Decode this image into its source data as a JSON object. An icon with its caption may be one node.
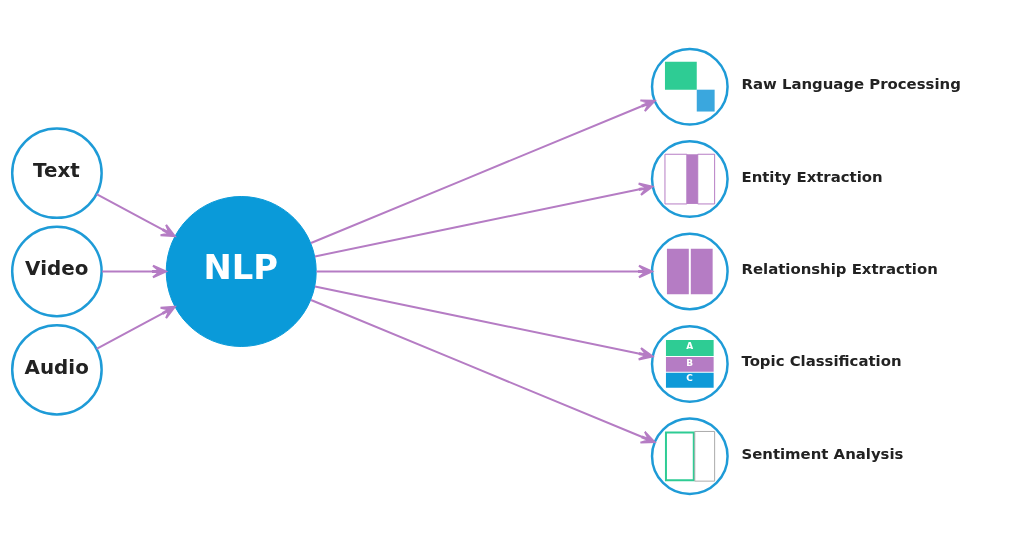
{
  "diagram": {
    "nodes": [
      {
        "text": [
          "Text"
        ]
      },
      {
        "text": [
          "Video"
        ]
      },
      {
        "text": [
          "Audio"
        ]
      },
      {
        "text": [
          "NLP"
        ]
      },
      {
        "text": [],
        "shape": "circle",
        "beside": [
          "Raw Language Processing"
        ]
      },
      {
        "text": [],
        "shape": "circle",
        "beside": [
          "Entity Extraction"
        ]
      },
      {
        "text": [],
        "shape": "circle",
        "beside": [
          "Relationship Extraction"
        ]
      },
      {
        "text": [
          "A",
          "B",
          "C"
        ],
        "beside": [
          "Topic Classification"
        ]
      },
      {
        "text": [],
        "shape": "circle",
        "beside": [
          "Sentiment Analysis"
        ]
      }
    ],
    "edges": [
      {
        "from": 0,
        "to": 3,
        "arrow": "to"
      },
      {
        "from": 1,
        "to": 3,
        "arrow": "to"
      },
      {
        "from": 2,
        "to": 3,
        "arrow": "to"
      },
      {
        "from": 3,
        "to": 4,
        "arrow": "to"
      },
      {
        "from": 3,
        "to": 5,
        "arrow": "to"
      },
      {
        "from": 3,
        "to": 6,
        "arrow": "to"
      },
      {
        "from": 3,
        "to": 7,
        "arrow": "to"
      },
      {
        "from": 3,
        "to": 8,
        "arrow": "to"
      }
    ]
  }
}
